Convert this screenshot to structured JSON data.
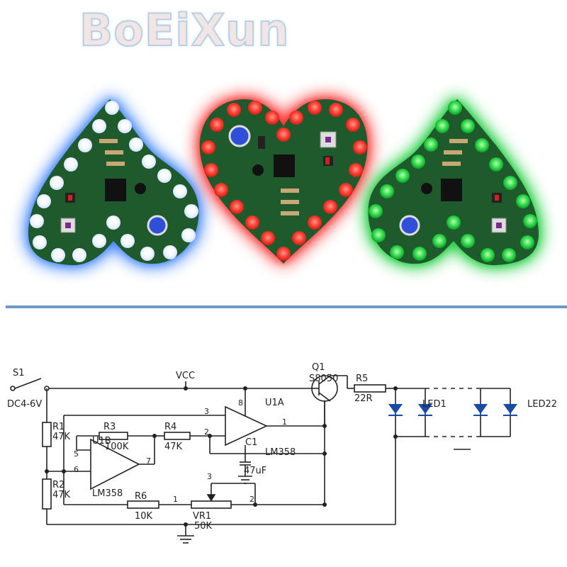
{
  "brand": "BoEiXun",
  "colors": {
    "blue_led": "#3d7dff",
    "red_led": "#ff3b2f",
    "green_led": "#1fc83c",
    "pcb_green": "#1d5a2a",
    "divider": "#6f98c8"
  },
  "products": [
    {
      "name": "blue-heart",
      "color": "blue"
    },
    {
      "name": "red-heart",
      "color": "red"
    },
    {
      "name": "green-heart",
      "color": "green"
    }
  ],
  "schematic": {
    "labels": {
      "s1": "S1",
      "supply": "DC4-6V",
      "vcc": "VCC",
      "q1": "Q1",
      "q1_part": "S8050",
      "r5": "R5",
      "r5_val": "22R",
      "u1a": "U1A",
      "led1": "LED1",
      "led22": "LED22",
      "r1": "R1",
      "r1_val": "47K",
      "r2": "R2",
      "r2_val": "47K",
      "r3": "R3",
      "r3_val": "100K",
      "u1b": "U1B",
      "r4": "R4",
      "r4_val": "47K",
      "c1": "C1",
      "c1_val": "47uF",
      "lm358_a": "LM358",
      "lm358_b": "LM358",
      "r6": "R6",
      "r6_val": "10K",
      "vr1": "VR1",
      "vr1_val": "50K",
      "pin8": "8",
      "pin3": "3",
      "pin2": "2",
      "pin1": "1",
      "pin5": "5",
      "pin6": "6",
      "pin7": "7",
      "vr_pin3": "3",
      "vr_pin2": "2",
      "vr_pin1": "1"
    }
  }
}
